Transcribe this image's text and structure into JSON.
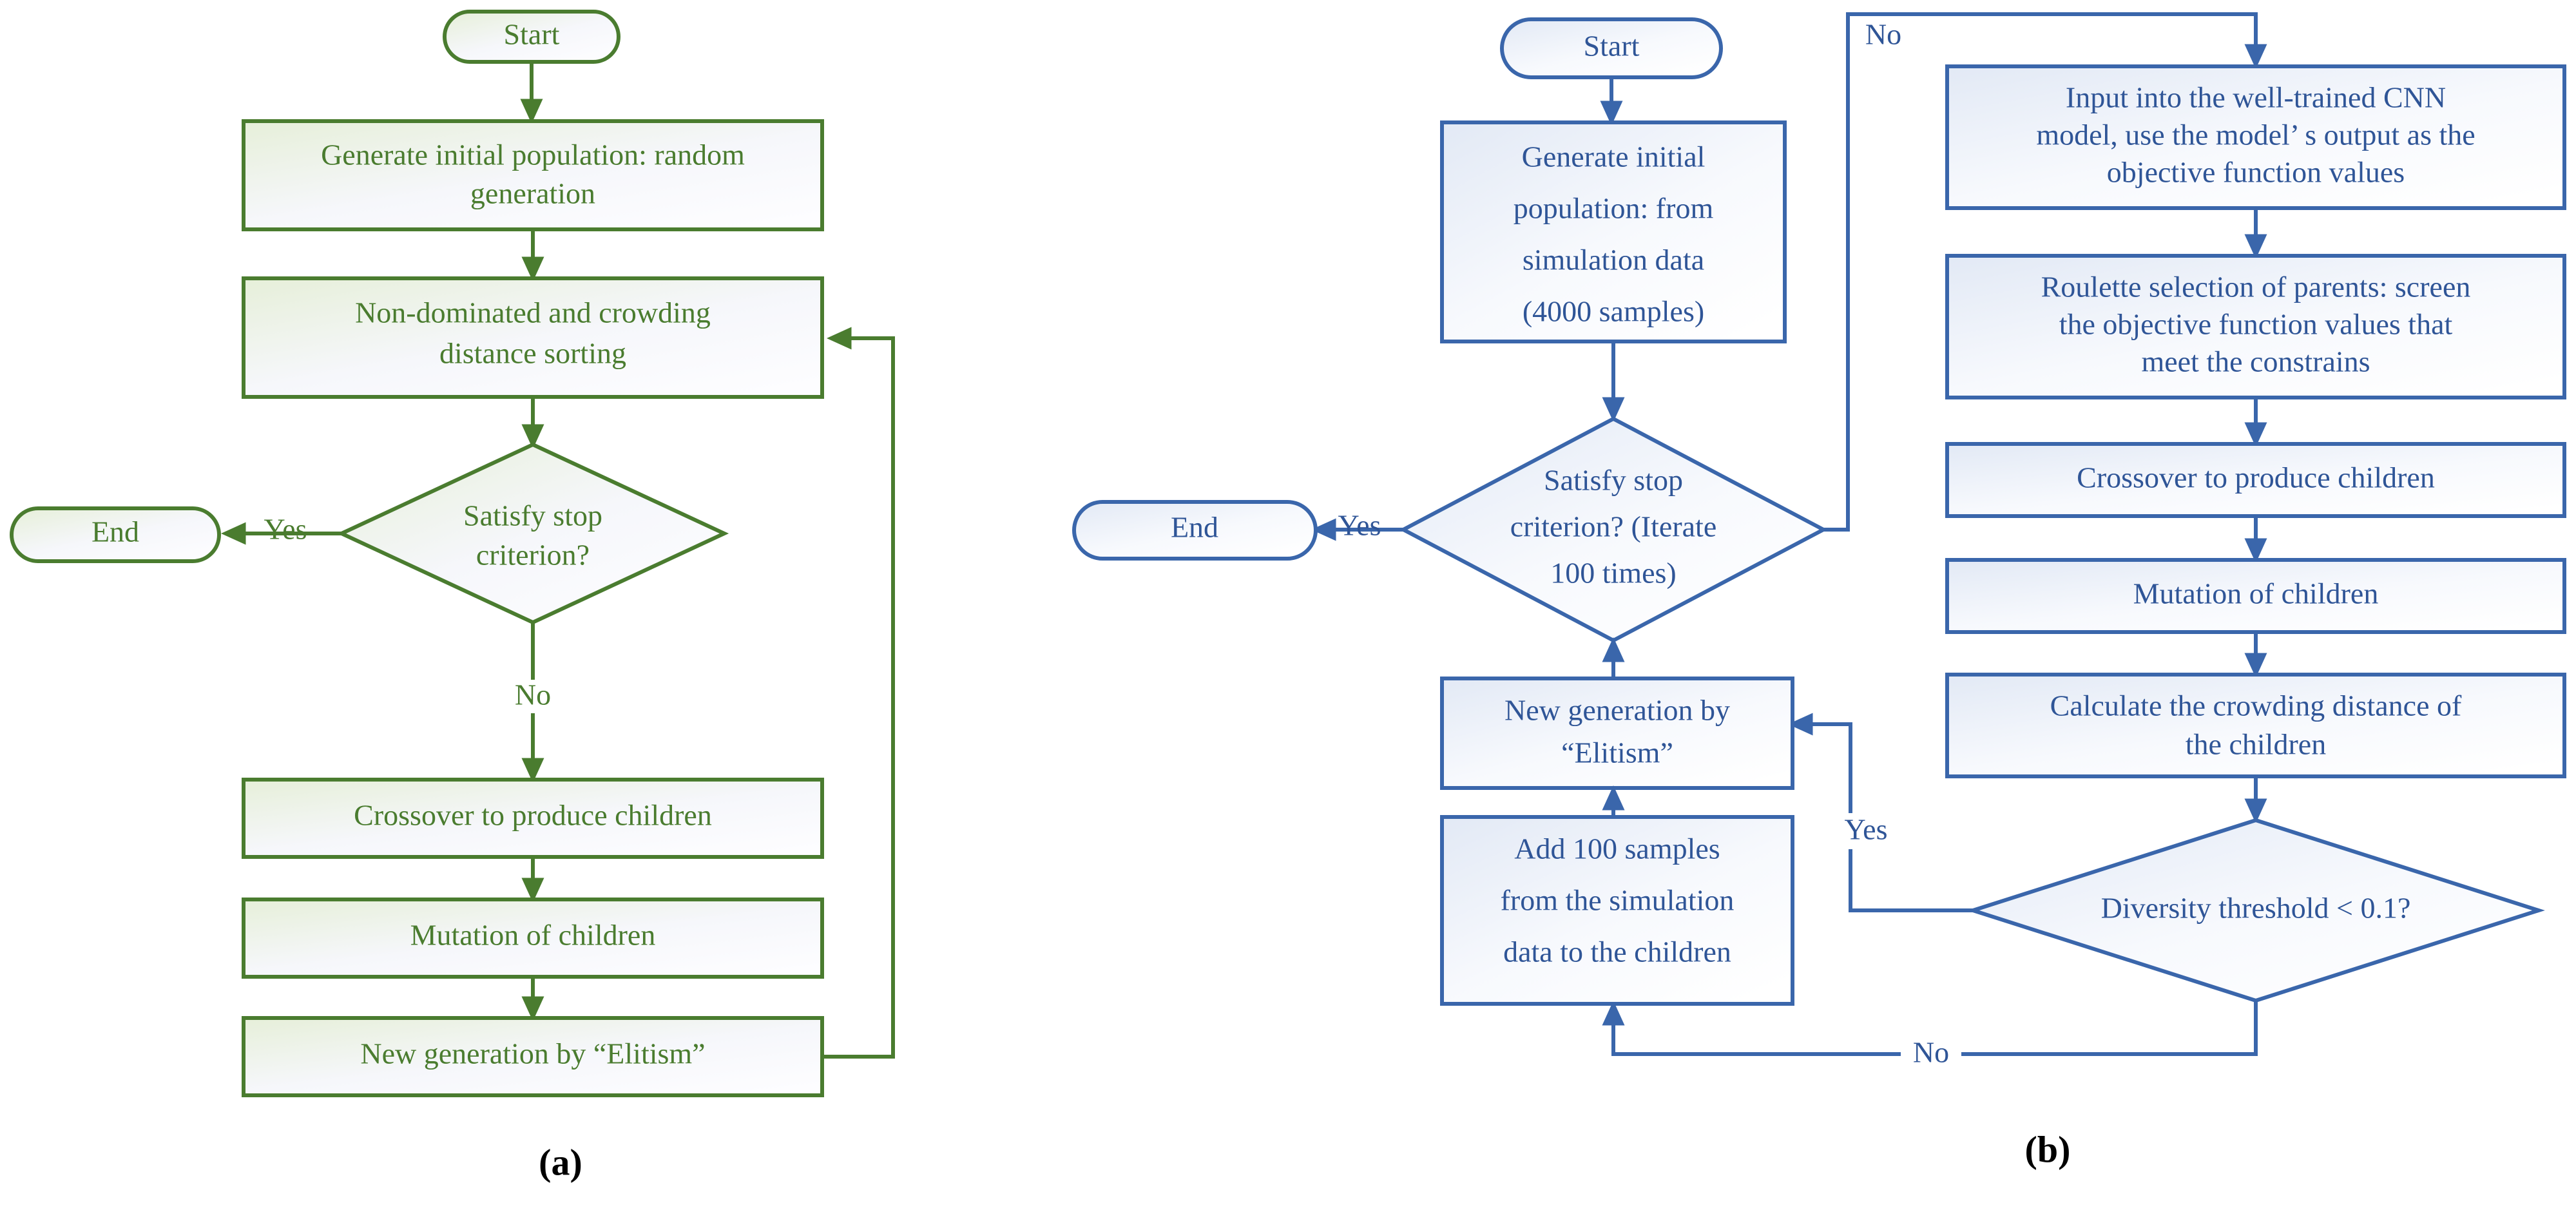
{
  "figure": {
    "background": "#ffffff",
    "panels": [
      {
        "id": "a",
        "caption": "(a)",
        "accent_color": "#4a7c2f",
        "fill_start": "#e8f0dd",
        "fill_end": "#f7f8fb",
        "nodes": [
          {
            "key": "start",
            "shape": "terminator",
            "label": "Start"
          },
          {
            "key": "initpop",
            "shape": "process",
            "label": "Generate initial population: random generation"
          },
          {
            "key": "sorting",
            "shape": "process",
            "label": "Non-dominated and crowding distance sorting"
          },
          {
            "key": "stop",
            "shape": "decision",
            "label": "Satisfy stop criterion?"
          },
          {
            "key": "end",
            "shape": "terminator",
            "label": "End"
          },
          {
            "key": "crossover",
            "shape": "process",
            "label": "Crossover to produce children"
          },
          {
            "key": "mutation",
            "shape": "process",
            "label": "Mutation of children"
          },
          {
            "key": "elitism",
            "shape": "process",
            "label": "New generation by “Elitism”"
          }
        ],
        "edge_labels": {
          "yes": "Yes",
          "no": "No"
        }
      },
      {
        "id": "b",
        "caption": "(b)",
        "accent_color": "#2f5597",
        "fill_start": "#e4eaf5",
        "fill_end": "#fbfcfe",
        "nodes": [
          {
            "key": "start",
            "shape": "terminator",
            "label": "Start"
          },
          {
            "key": "initpop",
            "shape": "process",
            "label": "Generate initial population: from simulation data (4000 samples)"
          },
          {
            "key": "stop",
            "shape": "decision",
            "label": "Satisfy stop criterion? (Iterate 100 times)"
          },
          {
            "key": "end",
            "shape": "terminator",
            "label": "End"
          },
          {
            "key": "cnn",
            "shape": "process",
            "label": "Input into the well-trained CNN model, use the model’ s output as the objective function values"
          },
          {
            "key": "roulette",
            "shape": "process",
            "label": "Roulette selection of parents: screen the objective function values that meet the constrains"
          },
          {
            "key": "crossover",
            "shape": "process",
            "label": "Crossover to produce children"
          },
          {
            "key": "mutation",
            "shape": "process",
            "label": "Mutation of children"
          },
          {
            "key": "crowding",
            "shape": "process",
            "label": "Calculate the crowding distance of the children"
          },
          {
            "key": "diversity",
            "shape": "decision",
            "label": "Diversity threshold < 0.1?"
          },
          {
            "key": "elitism",
            "shape": "process",
            "label": "New generation by “Elitism”"
          },
          {
            "key": "add100",
            "shape": "process",
            "label": "Add 100 samples from the simulation data to the children"
          }
        ],
        "edge_labels": {
          "yes_stop": "Yes",
          "no_stop": "No",
          "yes_div": "Yes",
          "no_div": "No"
        }
      }
    ]
  },
  "panel_a": {
    "start_label": "Start",
    "initpop_l1": "Generate initial population: random",
    "initpop_l2": "generation",
    "sorting_l1": "Non-dominated and crowding",
    "sorting_l2": "distance sorting",
    "stop_l1": "Satisfy stop",
    "stop_l2": "criterion?",
    "end_label": "End",
    "crossover_label": "Crossover to produce children",
    "mutation_label": "Mutation of children",
    "elitism_label": "New generation by “Elitism”",
    "yes_label": "Yes",
    "no_label": "No",
    "caption": "(a)"
  },
  "panel_b": {
    "start_label": "Start",
    "initpop_l1": "Generate initial",
    "initpop_l2": "population: from",
    "initpop_l3": "simulation data",
    "initpop_l4": "(4000 samples)",
    "stop_l1": "Satisfy stop",
    "stop_l2": "criterion? (Iterate",
    "stop_l3": "100 times)",
    "end_label": "End",
    "cnn_l1": "Input into the well-trained CNN",
    "cnn_l2": "model, use the model’ s output as the",
    "cnn_l3": "objective function values",
    "roulette_l1": "Roulette selection of parents: screen",
    "roulette_l2": "the objective function values that",
    "roulette_l3": "meet the constrains",
    "crossover_label": "Crossover to produce children",
    "mutation_label": "Mutation of children",
    "crowding_l1": "Calculate the crowding distance of",
    "crowding_l2": "the children",
    "diversity_label": "Diversity threshold < 0.1?",
    "elitism_l1": "New generation by",
    "elitism_l2": "“Elitism”",
    "add100_l1": "Add 100 samples",
    "add100_l2": "from the simulation",
    "add100_l3": "data to the children",
    "yes_stop_label": "Yes",
    "no_stop_label": "No",
    "yes_div_label": "Yes",
    "no_div_label": "No",
    "caption": "(b)"
  }
}
